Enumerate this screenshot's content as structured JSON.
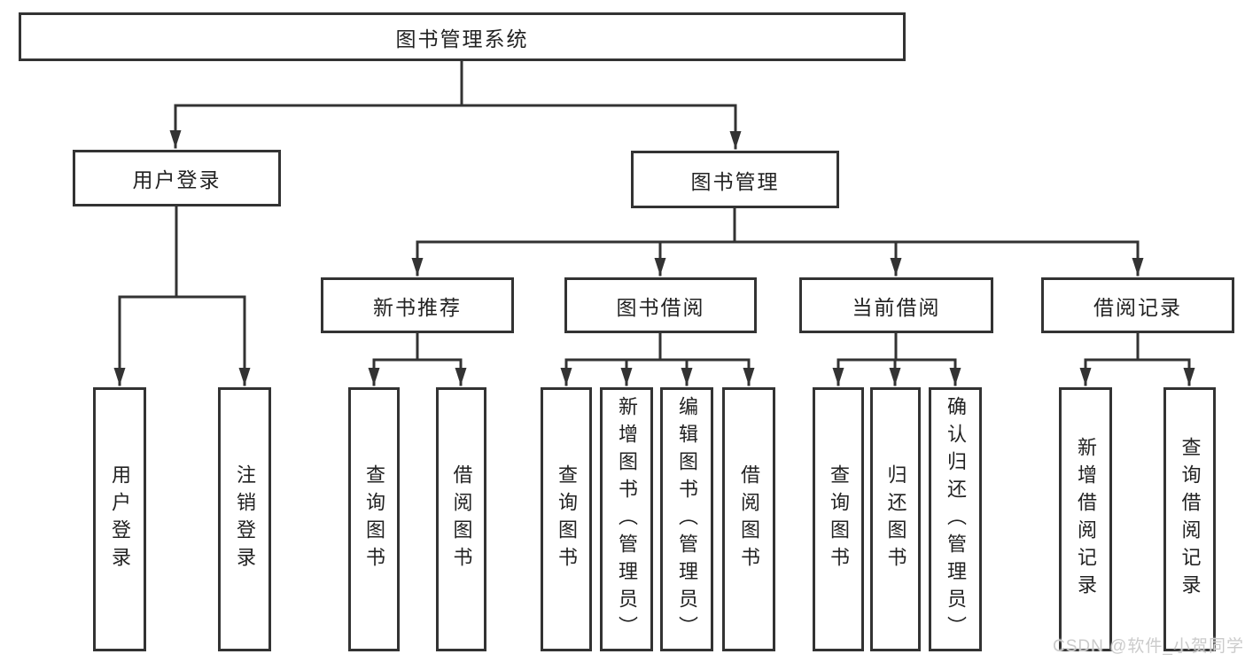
{
  "diagram": {
    "root": "图书管理系统",
    "level2": [
      {
        "label": "用户登录",
        "leaves": [
          "用户登录",
          "注销登录"
        ]
      },
      {
        "label": "图书管理",
        "sections": [
          {
            "label": "新书推荐",
            "leaves": [
              "查询图书",
              "借阅图书"
            ]
          },
          {
            "label": "图书借阅",
            "leaves": [
              "查询图书",
              "新增图书（管理员）",
              "编辑图书（管理员）",
              "借阅图书"
            ]
          },
          {
            "label": "当前借阅",
            "leaves": [
              "查询图书",
              "归还图书",
              "确认归还（管理员）"
            ]
          },
          {
            "label": "借阅记录",
            "leaves": [
              "新增借阅记录",
              "查询借阅记录"
            ]
          }
        ]
      }
    ]
  },
  "watermark": "CSDN @软件_小贺同学",
  "colors": {
    "line": "#333333",
    "text": "#222222",
    "background": "#ffffff",
    "watermark": "#cbcbcb"
  }
}
